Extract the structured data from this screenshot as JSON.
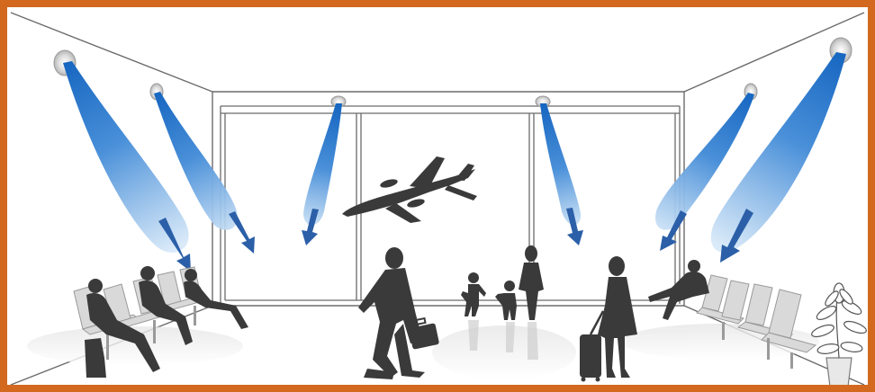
{
  "scene": {
    "colors": {
      "frame": "#D2691E",
      "wall_line": "#6b6b6b",
      "silhouette": "#3a3a3a",
      "chair": "#d9d9d9",
      "air_jet_dark": "#1565c0",
      "air_jet_light": "#cfe3f7"
    },
    "icons": [
      "ceiling-vent-icon",
      "air-jet-icon",
      "arrow-down-icon",
      "airplane-icon",
      "person-silhouette-icon",
      "waiting-chair-icon",
      "potted-plant-icon",
      "suitcase-icon"
    ],
    "air_jets": [
      {
        "id": "left-outer",
        "side": "left"
      },
      {
        "id": "left-inner",
        "side": "left"
      },
      {
        "id": "window-left",
        "side": "center"
      },
      {
        "id": "window-right",
        "side": "center"
      },
      {
        "id": "right-inner",
        "side": "right"
      },
      {
        "id": "right-outer",
        "side": "right"
      }
    ]
  }
}
